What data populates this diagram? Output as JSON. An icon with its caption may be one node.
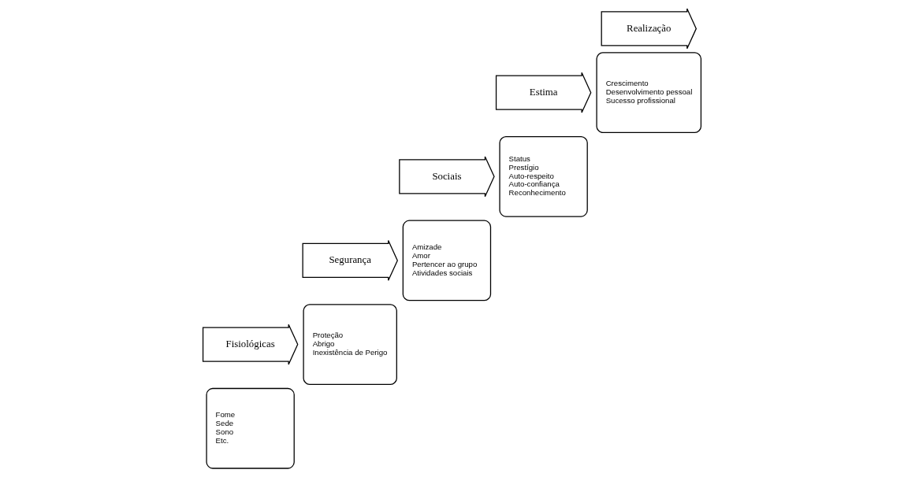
{
  "diagram": {
    "nodes": [
      {
        "text": [
          "Fisiológicas"
        ]
      },
      {
        "text": [
          "Fome",
          "Sede",
          "Sono",
          "Etc."
        ]
      },
      {
        "text": [
          "Segurança"
        ]
      },
      {
        "text": [
          "Proteção",
          "Abrigo",
          "Inexistência de Perigo"
        ]
      },
      {
        "text": [
          "Sociais"
        ]
      },
      {
        "text": [
          "Amizade",
          "Amor",
          "Pertencer ao grupo",
          "Atividades sociais"
        ]
      },
      {
        "text": [
          "Estima"
        ]
      },
      {
        "text": [
          "Status",
          "Prestígio",
          "Auto-respeito",
          "Auto-confiança",
          "Reconhecimento"
        ]
      },
      {
        "text": [
          "Realização"
        ]
      },
      {
        "text": [
          "Crescimento",
          "Desenvolvimento pessoal",
          "Sucesso profissional"
        ]
      }
    ]
  }
}
